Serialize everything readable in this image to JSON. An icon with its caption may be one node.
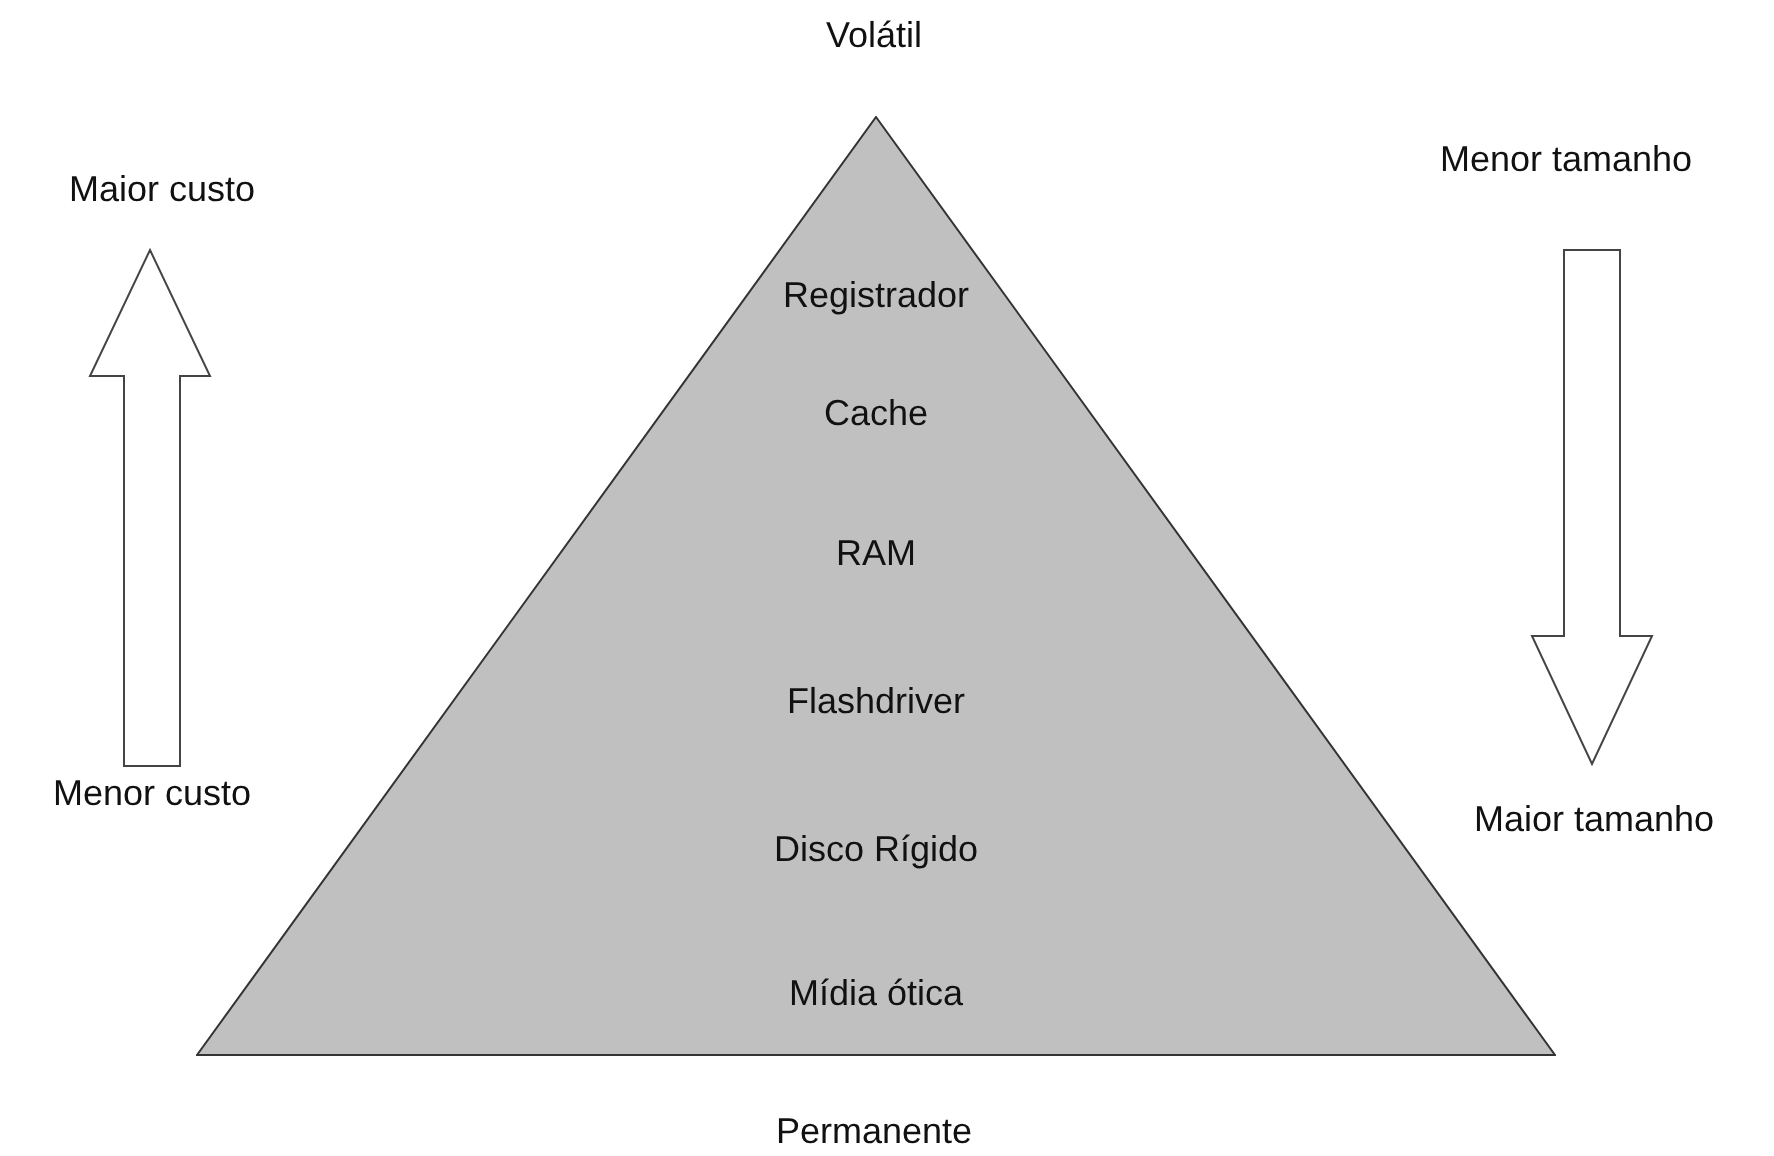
{
  "diagram": {
    "nodes": [
      {
        "text": [
          "Registrador",
          "Cache",
          "RAM",
          "Flashdriver",
          "Disco Rígido",
          "Mídia ótica"
        ]
      }
    ],
    "labels": [
      "Volátil",
      "Maior custo",
      "Menor tamanho",
      "Menor custo",
      "Maior tamanho",
      "Permanente"
    ]
  }
}
